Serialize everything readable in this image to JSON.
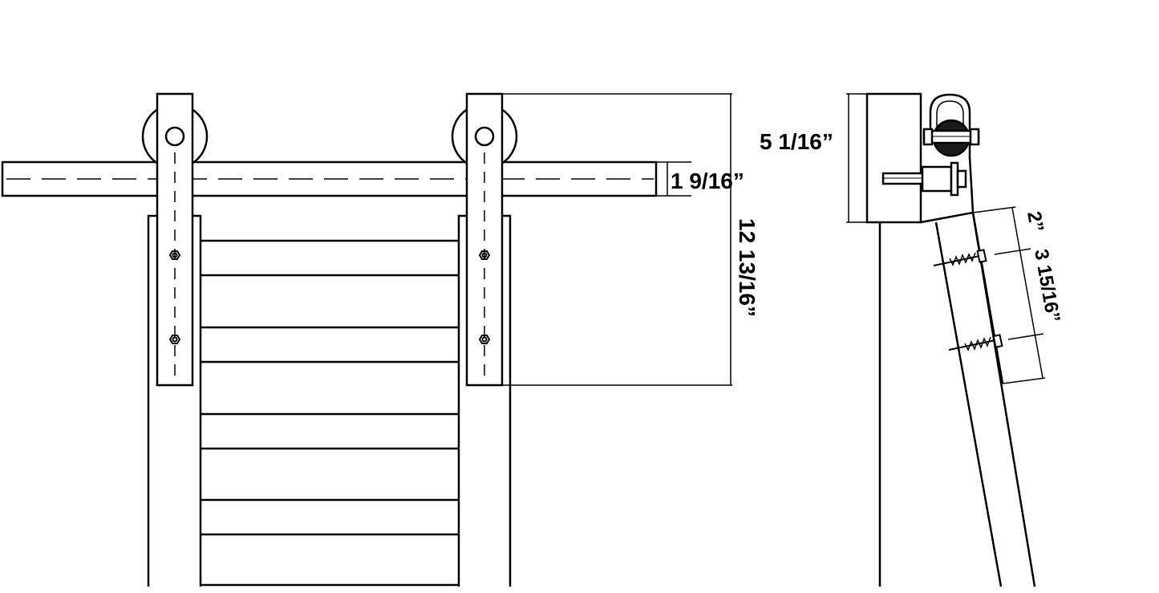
{
  "diagram": {
    "front_view": {
      "rail_height_label": "1 9/16”",
      "hanger_height_label": "12 13/16”"
    },
    "side_view": {
      "bracket_depth_label": "5 1/16”",
      "top_offset_label": "2”",
      "bolt_spacing_label": "3 15/16”"
    },
    "colors": {
      "line": "#000000",
      "background": "#ffffff"
    }
  }
}
